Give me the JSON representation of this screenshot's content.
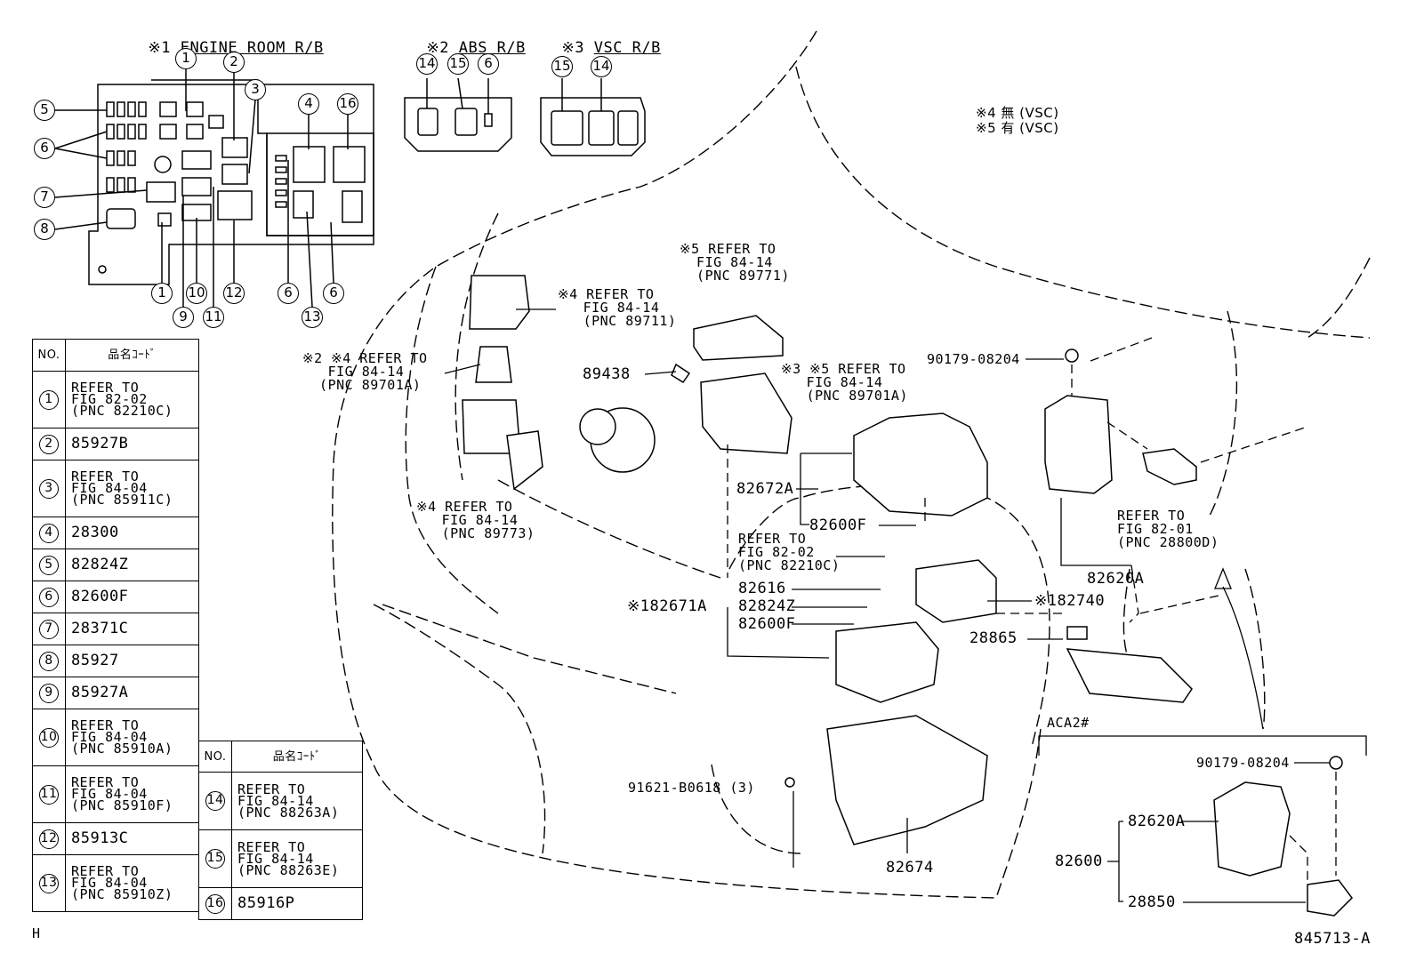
{
  "headers": {
    "engine_room": "ENGINE ROOM R/B",
    "engine_room_mark": "※1",
    "abs": "ABS R/B",
    "abs_mark": "※2",
    "vsc": "VSC R/B",
    "vsc_mark": "※3"
  },
  "notes": {
    "note4": "※4 無 (VSC)",
    "note5": "※5 有 (VSC)"
  },
  "table": {
    "col_no": "NO.",
    "col_code": "品名ｺｰﾄﾞ",
    "rows_left": [
      {
        "no": "1",
        "value": "REFER TO\nFIG 82-02\n(PNC 82210C)"
      },
      {
        "no": "2",
        "value": "85927B"
      },
      {
        "no": "3",
        "value": "REFER TO\nFIG 84-04\n(PNC 85911C)"
      },
      {
        "no": "4",
        "value": "28300"
      },
      {
        "no": "5",
        "value": "82824Z"
      },
      {
        "no": "6",
        "value": "82600F"
      },
      {
        "no": "7",
        "value": "28371C"
      },
      {
        "no": "8",
        "value": "85927"
      },
      {
        "no": "9",
        "value": "85927A"
      },
      {
        "no": "10",
        "value": "REFER TO\nFIG 84-04\n(PNC 85910A)"
      },
      {
        "no": "11",
        "value": "REFER TO\nFIG 84-04\n(PNC 85910F)"
      },
      {
        "no": "12",
        "value": "85913C"
      },
      {
        "no": "13",
        "value": "REFER TO\nFIG 84-04\n(PNC 85910Z)"
      }
    ],
    "rows_right": [
      {
        "no": "14",
        "value": "REFER TO\nFIG 84-14\n(PNC 88263A)"
      },
      {
        "no": "15",
        "value": "REFER TO\nFIG 84-14\n(PNC 88263E)"
      },
      {
        "no": "16",
        "value": "85916P"
      }
    ]
  },
  "callouts": {
    "ref_89771": "※5 REFER TO\n  FIG 84-14\n  (PNC 89771)",
    "ref_89711": "※4 REFER TO\n   FIG 84-14\n   (PNC 89711)",
    "ref_89701A_left": "※2 ※4 REFER TO\n   FIG 84-14\n  (PNC 89701A)",
    "ref_89701A_right": "※3 ※5 REFER TO\n   FIG 84-14\n   (PNC 89701A)",
    "ref_89773": "※4 REFER TO\n   FIG 84-14\n   (PNC 89773)",
    "ref_82210C": "REFER TO\nFIG 82-02\n(PNC 82210C)",
    "ref_28800D": "REFER TO\nFIG 82-01\n(PNC 28800D)",
    "p89438": "89438",
    "p90179_top": "90179-08204",
    "p82672A": "82672A",
    "p82600F_a": "82600F",
    "p82616": "82616",
    "p82671A": "※182671A",
    "p82824Z": "82824Z",
    "p82600F_b": "82600F",
    "p82740": "※182740",
    "p28865": "28865",
    "p82620A_top": "82620A",
    "p91621": "91621-B0618 (3)",
    "p82674": "82674",
    "aca": "ACA2#",
    "p90179_bottom": "90179-08204",
    "p82620A_bottom": "82620A",
    "p82600": "82600",
    "p28850": "28850",
    "corner_h": "H",
    "figure_no": "845713-A"
  },
  "diagram_circles": {
    "eng": [
      "1",
      "2",
      "3",
      "4",
      "16",
      "5",
      "6",
      "7",
      "8",
      "1",
      "10",
      "12",
      "6",
      "6",
      "9",
      "11",
      "13"
    ],
    "abs": [
      "14",
      "15",
      "6"
    ],
    "vsc": [
      "15",
      "14"
    ]
  }
}
